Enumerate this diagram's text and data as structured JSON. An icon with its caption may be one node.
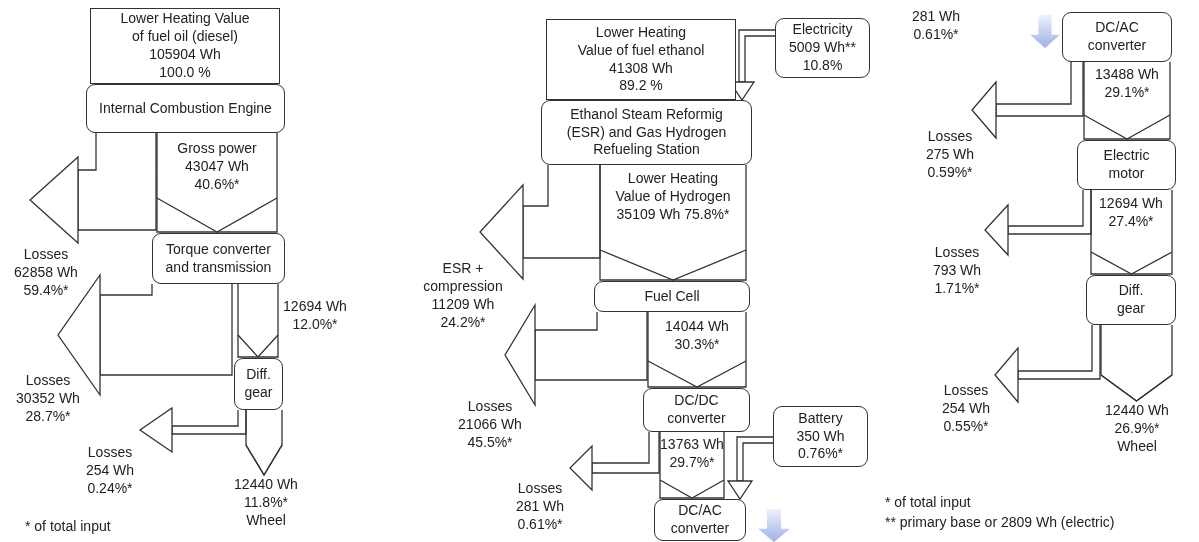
{
  "diagram": {
    "nodes": [
      {
        "text": [
          "Lower Heating Value of fuel oil (diesel)",
          "105904 Wh",
          "100.0 %"
        ]
      },
      {
        "text": [
          "Internal Combustion Engine"
        ]
      },
      {
        "text": [
          "Torque converter and transmission"
        ]
      },
      {
        "text": [
          "Diff. gear"
        ]
      },
      {
        "text": [
          "12440 Wh 11.8%* Wheel"
        ]
      },
      {
        "text": [
          "Lower Heating Value of fuel ethanol",
          "41308 Wh",
          "89.2 %"
        ]
      },
      {
        "text": [
          "Electricity 5009 Wh** 10.8%"
        ]
      },
      {
        "text": [
          "Ethanol Steam Reformig (ESR) and Gas Hydrogen Refueling Station"
        ]
      },
      {
        "text": [
          "Fuel Cell"
        ]
      },
      {
        "text": [
          "DC/DC converter"
        ]
      },
      {
        "text": [
          "Battery 350 Wh 0.76%*"
        ]
      },
      {
        "text": [
          "DC/AC converter"
        ]
      },
      {
        "text": [
          "DC/AC converter"
        ]
      },
      {
        "text": [
          "Electric motor"
        ]
      },
      {
        "text": [
          "Diff. gear"
        ]
      },
      {
        "text": [
          "12440 Wh 26.9%* Wheel"
        ]
      }
    ],
    "edges": [
      {
        "from": 1,
        "to": 2,
        "arrow": "to",
        "label": "Gross power 43047 Wh 40.6%*"
      },
      {
        "from": 1,
        "to": null,
        "arrow": "to",
        "label": "Losses 62858 Wh 59.4%*"
      },
      {
        "from": 2,
        "to": 3,
        "arrow": "to",
        "label": "12694 Wh 12.0%*"
      },
      {
        "from": 2,
        "to": null,
        "arrow": "to",
        "label": "Losses 30352 Wh 28.7%*"
      },
      {
        "from": 3,
        "to": 4,
        "arrow": "to"
      },
      {
        "from": 3,
        "to": null,
        "arrow": "to",
        "label": "Losses 254 Wh 0.24%*"
      },
      {
        "from": 6,
        "to": 7,
        "arrow": "to"
      },
      {
        "from": 7,
        "to": 8,
        "arrow": "to",
        "label": "Lower Heating Value of Hydrogen 35109 Wh 75.8%*"
      },
      {
        "from": 7,
        "to": null,
        "arrow": "to",
        "label": "ESR + compression 11209 Wh 24.2%*"
      },
      {
        "from": 8,
        "to": 9,
        "arrow": "to",
        "label": "14044 Wh 30.3%*"
      },
      {
        "from": 8,
        "to": null,
        "arrow": "to",
        "label": "Losses 21066 Wh 45.5%*"
      },
      {
        "from": 9,
        "to": 11,
        "arrow": "to",
        "label": "13763 Wh 29.7%*"
      },
      {
        "from": 9,
        "to": null,
        "arrow": "to",
        "label": "Losses 281 Wh 0.61%*"
      },
      {
        "from": 10,
        "to": 11,
        "arrow": "to"
      },
      {
        "from": 12,
        "to": 13,
        "arrow": "to",
        "label": "13488 Wh 29.1%*"
      },
      {
        "from": 12,
        "to": null,
        "arrow": "to",
        "label": "Losses 275 Wh 0.59%*"
      },
      {
        "from": 13,
        "to": 14,
        "arrow": "to",
        "label": "12694 Wh 27.4%*"
      },
      {
        "from": 13,
        "to": null,
        "arrow": "to",
        "label": "Losses 793 Wh 1.71%*"
      },
      {
        "from": 14,
        "to": 15,
        "arrow": "to"
      },
      {
        "from": 14,
        "to": null,
        "arrow": "to",
        "label": "Losses 254 Wh 0.55%*"
      }
    ],
    "labels": [
      "* of total input",
      "281 Wh 0.61%*",
      "* of total input",
      "** primary base or 2809 Wh (electric)"
    ]
  }
}
